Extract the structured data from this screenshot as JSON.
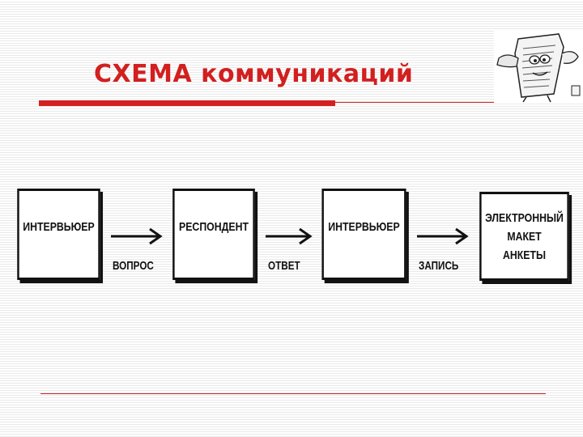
{
  "slide": {
    "title": "СХЕМА коммуникаций",
    "clipart_icon": "newspaper-character-icon"
  },
  "diagram": {
    "nodes": [
      {
        "id": "interviewer-1",
        "lines": [
          "ИНТЕРВЬЮЕР"
        ]
      },
      {
        "id": "respondent",
        "lines": [
          "РЕСПОНДЕНТ"
        ]
      },
      {
        "id": "interviewer-2",
        "lines": [
          "ИНТЕРВЬЮЕР"
        ]
      },
      {
        "id": "electronic-form",
        "lines": [
          "ЭЛЕКТРОННЫЙ",
          "МАКЕТ",
          "АНКЕТЫ"
        ]
      }
    ],
    "edges": [
      {
        "from": "interviewer-1",
        "to": "respondent",
        "label": "ВОПРОС"
      },
      {
        "from": "respondent",
        "to": "interviewer-2",
        "label": "ОТВЕТ"
      },
      {
        "from": "interviewer-2",
        "to": "electronic-form",
        "label": "ЗАПИСЬ"
      }
    ]
  },
  "colors": {
    "accent": "#d21f1f",
    "stroke": "#111111"
  }
}
